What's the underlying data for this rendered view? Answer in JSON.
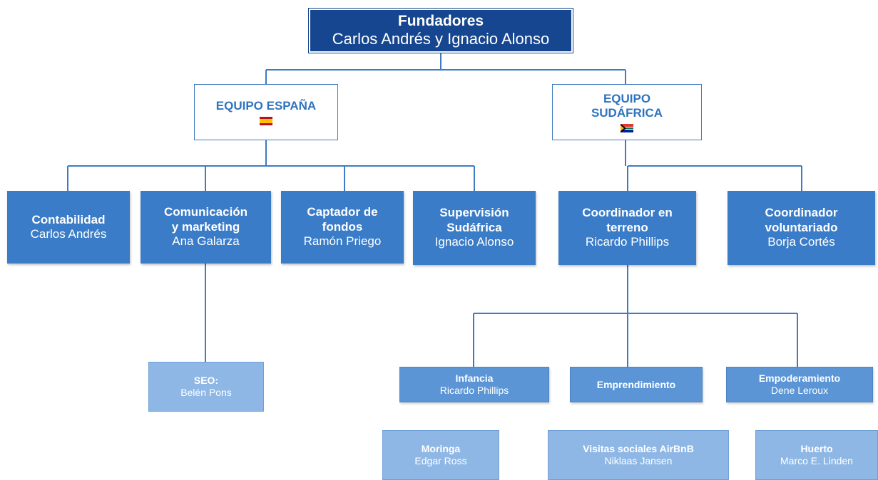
{
  "colors": {
    "root": "#16468f",
    "team_text": "#2e73c0",
    "level2": "#3a7cc7",
    "level3": "#5b95d6",
    "level4": "#8fb7e5",
    "line": "#3f7bc0"
  },
  "root": {
    "title": "Fundadores",
    "name": "Carlos Andrés y Ignacio Alonso"
  },
  "teams": {
    "spain": {
      "title": "EQUIPO ESPAÑA",
      "flag_icon": "spain-flag-icon"
    },
    "south_africa": {
      "title_line1": "EQUIPO",
      "title_line2": "SUDÁFRICA",
      "flag_icon": "south-africa-flag-icon"
    }
  },
  "roles": {
    "contabilidad": {
      "title": "Contabilidad",
      "name": "Carlos Andrés"
    },
    "comunicacion": {
      "title_line1": "Comunicación",
      "title_line2": "y marketing",
      "name": "Ana Galarza"
    },
    "captador": {
      "title_line1": "Captador de",
      "title_line2": "fondos",
      "name": "Ramón Priego"
    },
    "supervision": {
      "title_line1": "Supervisión",
      "title_line2": "Sudáfrica",
      "name": "Ignacio Alonso"
    },
    "coordinador_terreno": {
      "title_line1": "Coordinador en",
      "title_line2": "terreno",
      "name": "Ricardo Phillips"
    },
    "coordinador_voluntariado": {
      "title_line1": "Coordinador",
      "title_line2": "voluntariado",
      "name": "Borja Cortés"
    }
  },
  "sub_roles": {
    "seo": {
      "title": "SEO:",
      "name": "Belén Pons"
    },
    "infancia": {
      "title": "Infancia",
      "name": "Ricardo Phillips"
    },
    "emprendimiento": {
      "title": "Emprendimiento"
    },
    "empoderamiento": {
      "title": "Empoderamiento",
      "name": "Dene Leroux"
    }
  },
  "projects": {
    "moringa": {
      "title": "Moringa",
      "name": "Edgar Ross"
    },
    "visitas": {
      "title": "Visitas sociales AirBnB",
      "name": "Niklaas Jansen"
    },
    "huerto": {
      "title": "Huerto",
      "name": "Marco E. Linden"
    }
  }
}
